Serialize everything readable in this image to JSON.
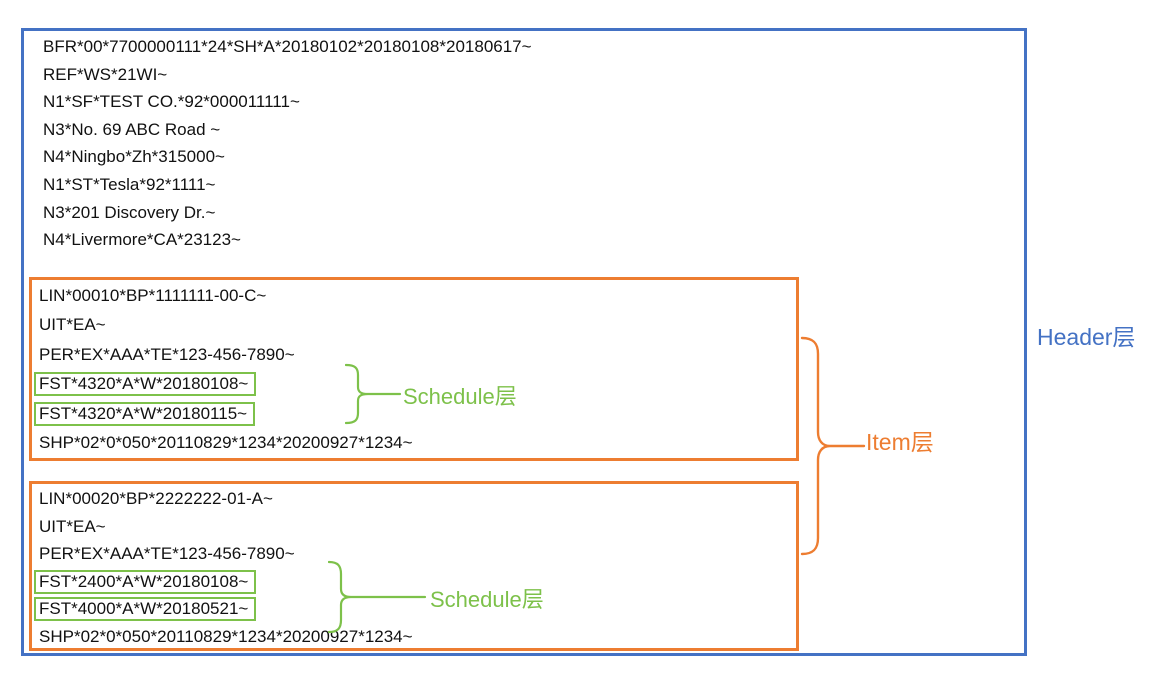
{
  "labels": {
    "header_layer": "Header层",
    "item_layer": "Item层",
    "schedule_layer": "Schedule层"
  },
  "colors": {
    "header_accent": "#4472C4",
    "item_accent": "#ED7D31",
    "schedule_accent": "#7DC14A",
    "text": "#111111"
  },
  "header_segments": [
    "BFR*00*7700000111*24*SH*A*20180102*20180108*20180617~",
    "REF*WS*21WI~",
    "N1*SF*TEST CO.*92*000011111~",
    "N3*No. 69 ABC Road ~",
    "N4*Ningbo*Zh*315000~",
    "N1*ST*Tesla*92*1111~",
    "N3*201 Discovery Dr.~",
    "N4*Livermore*CA*23123~"
  ],
  "items": [
    {
      "lines_before": [
        "LIN*00010*BP*1111111-00-C~",
        "UIT*EA~",
        "PER*EX*AAA*TE*123-456-7890~"
      ],
      "schedule_lines": [
        "FST*4320*A*W*20180108~",
        "FST*4320*A*W*20180115~"
      ],
      "lines_after": [
        "SHP*02*0*050*20110829*1234*20200927*1234~"
      ]
    },
    {
      "lines_before": [
        "LIN*00020*BP*2222222-01-A~",
        "UIT*EA~",
        "PER*EX*AAA*TE*123-456-7890~"
      ],
      "schedule_lines": [
        "FST*2400*A*W*20180108~",
        "FST*4000*A*W*20180521~"
      ],
      "lines_after": [
        "SHP*02*0*050*20110829*1234*20200927*1234~"
      ]
    }
  ]
}
